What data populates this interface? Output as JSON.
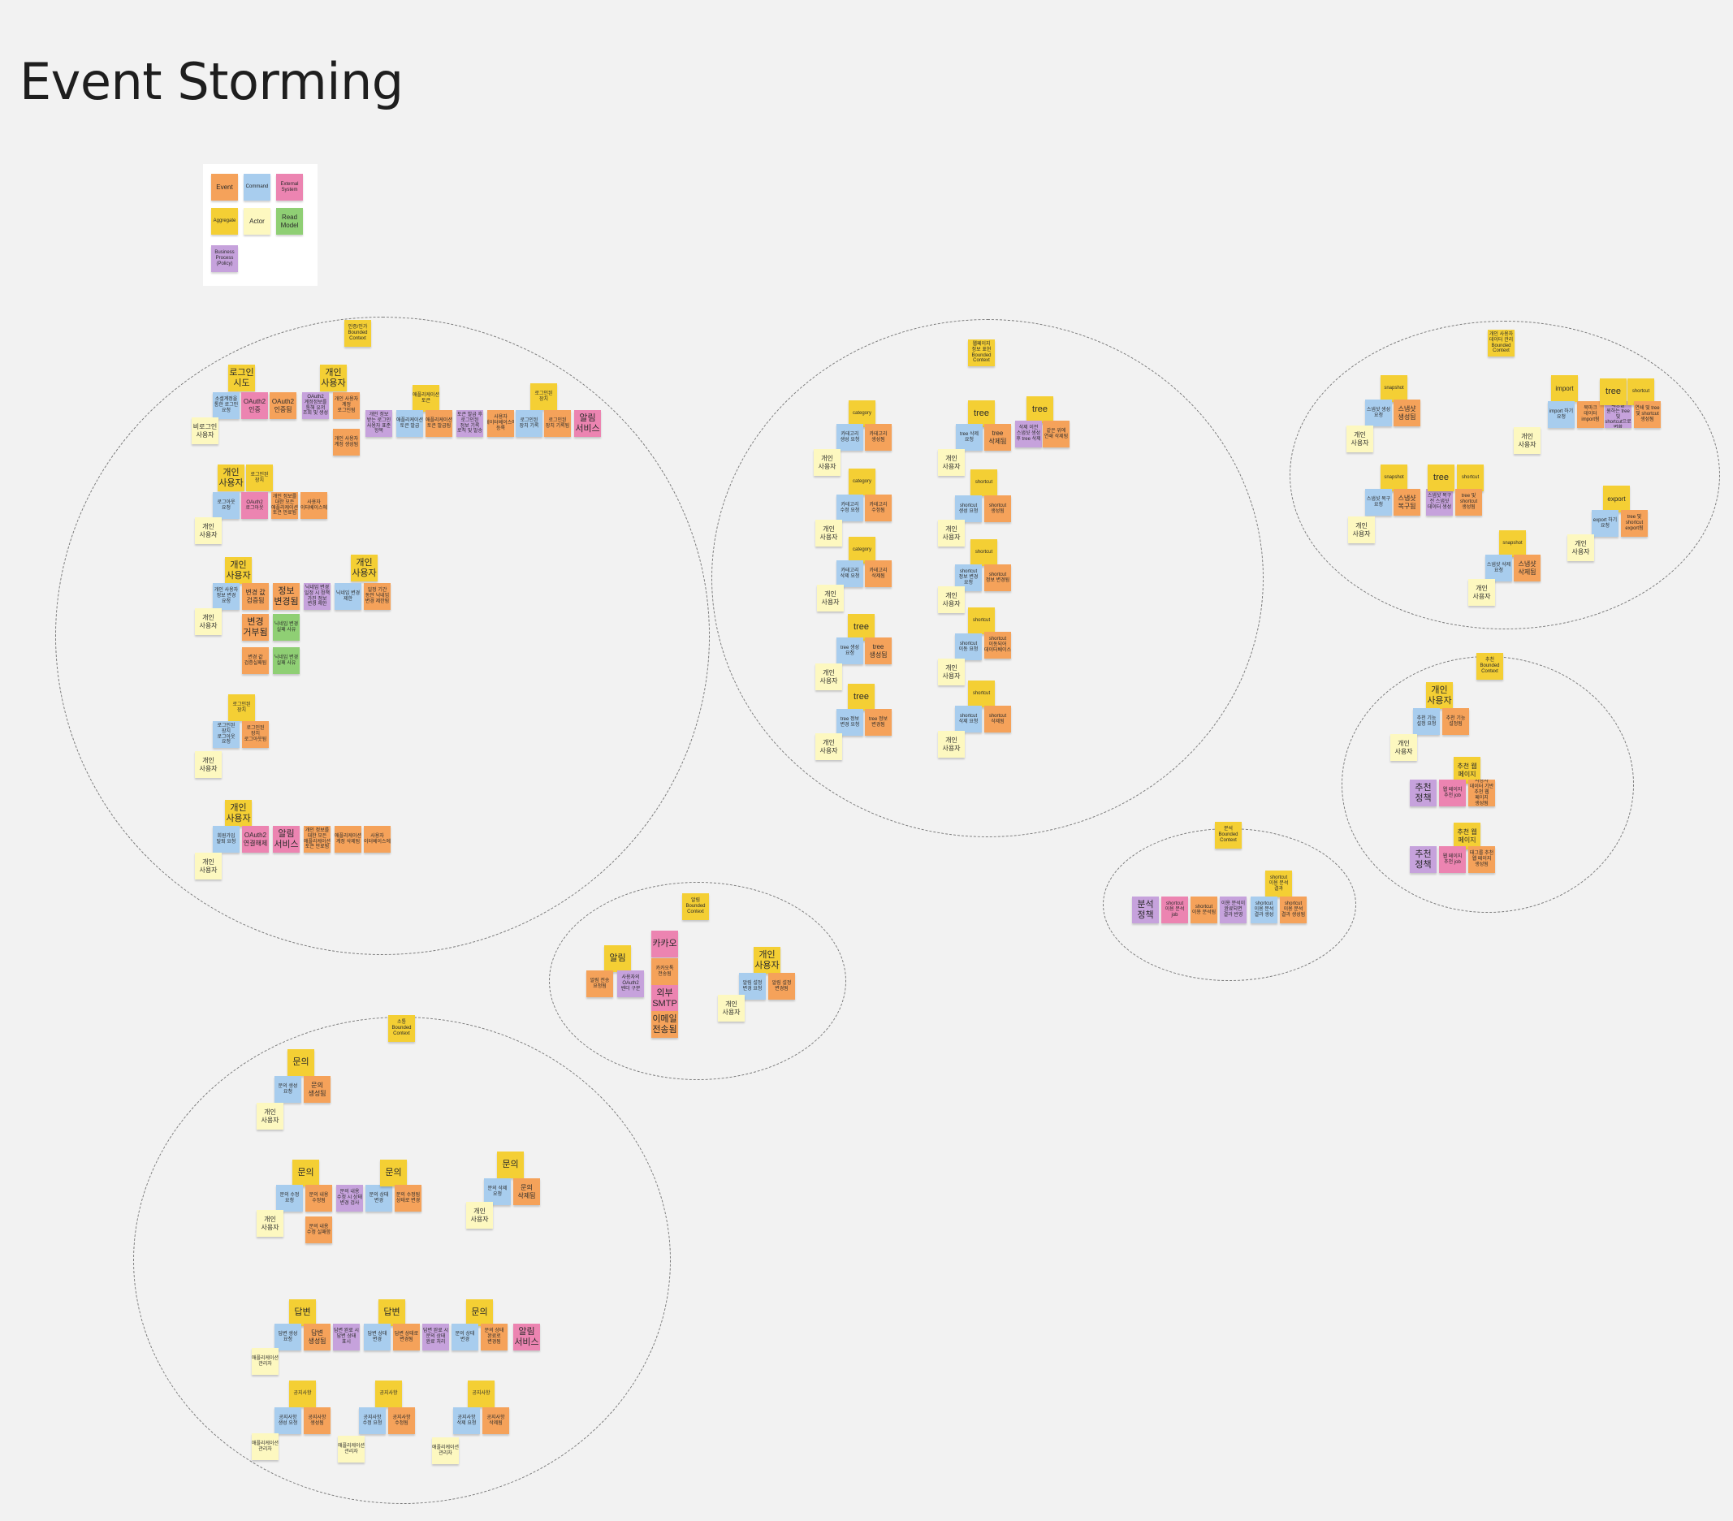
{
  "board": {
    "title": "Event Storming"
  },
  "legend": [
    {
      "type": "event",
      "label": "Event"
    },
    {
      "type": "command",
      "label": "Command"
    },
    {
      "type": "external",
      "label": "External System"
    },
    {
      "type": "aggregate",
      "label": "Aggregate"
    },
    {
      "type": "actor",
      "label": "Actor"
    },
    {
      "type": "readmodel",
      "label": "Read Model"
    },
    {
      "type": "policy",
      "label": "Business Process (Policy)"
    }
  ],
  "colors": {
    "event": "#f5a25a",
    "command": "#a8cdee",
    "external": "#ec84b1",
    "aggregate": "#f4cf34",
    "actor": "#fdf8c0",
    "readmodel": "#8fcf74",
    "policy": "#c6a2dc",
    "background": "#f2f2f2"
  },
  "contexts": [
    {
      "id": "auth",
      "label": "인증/인가 Bounded Context"
    },
    {
      "id": "bookmark",
      "label": "웹페이지 정보 표현 Bounded Context"
    },
    {
      "id": "userdata",
      "label": "개인 사용자 데이터 관리 Bounded Context"
    },
    {
      "id": "recommend",
      "label": "추천 Bounded Context"
    },
    {
      "id": "analysis",
      "label": "분석 Bounded Context"
    },
    {
      "id": "notify",
      "label": "알림 Bounded Context"
    },
    {
      "id": "communication",
      "label": "소통 Bounded Context"
    }
  ],
  "notes": [
    {
      "type": "aggregate",
      "text": "로그인 시도",
      "size": "big"
    },
    {
      "type": "aggregate",
      "text": "개인 사용자",
      "size": "big"
    },
    {
      "type": "command",
      "text": "소셜계정을 통한 로그인 요청"
    },
    {
      "type": "external",
      "text": "OAuth2 인증",
      "size": "mid"
    },
    {
      "type": "event",
      "text": "OAuth2 인증됨",
      "size": "mid"
    },
    {
      "type": "policy",
      "text": "OAuth2 계정정보를 통해 유저 조회 및 생성"
    },
    {
      "type": "event",
      "text": "개인 사용자 계정 로그인됨"
    },
    {
      "type": "actor",
      "text": "비로그인 사용자",
      "size": "mid"
    },
    {
      "type": "event",
      "text": "개인 사용자 계정 생성됨"
    },
    {
      "type": "policy",
      "text": "개인 정보 받는 로그인 사용자 표준 항목"
    },
    {
      "type": "aggregate",
      "text": "애플리케이션 토큰"
    },
    {
      "type": "command",
      "text": "애플리케이션 토큰 발급"
    },
    {
      "type": "event",
      "text": "애플리케이션 토큰 발급됨"
    },
    {
      "type": "policy",
      "text": "토큰 발급 후 로그인된 정보 기록 로직 및 발송"
    },
    {
      "type": "event",
      "text": "사용자 데이터베이스에 등록"
    },
    {
      "type": "aggregate",
      "text": "로그인된 장치"
    },
    {
      "type": "command",
      "text": "로그인된 장치 기록"
    },
    {
      "type": "event",
      "text": "로그인된 장치 기록됨"
    },
    {
      "type": "external",
      "text": "알림 서비스",
      "size": "big"
    },
    {
      "type": "aggregate",
      "text": "개인 사용자",
      "size": "big"
    },
    {
      "type": "aggregate",
      "text": "로그인된 장치"
    },
    {
      "type": "command",
      "text": "로그아웃 요청"
    },
    {
      "type": "external",
      "text": "OAuth2 로그아웃"
    },
    {
      "type": "event",
      "text": "개인 정보를 대한 모든 애플리케이션 토큰 만료됨"
    },
    {
      "type": "event",
      "text": "사용자 데이터베이스에서"
    },
    {
      "type": "actor",
      "text": "개인 사용자",
      "size": "mid"
    },
    {
      "type": "aggregate",
      "text": "개인 사용자",
      "size": "big"
    },
    {
      "type": "command",
      "text": "개인 사용자 정보 변경 요청"
    },
    {
      "type": "event",
      "text": "변경 값 검증됨",
      "size": "mid"
    },
    {
      "type": "event",
      "text": "정보 변경됨",
      "size": "big"
    },
    {
      "type": "policy",
      "text": "닉네임 변경 일정 시 정책 가진 정보 변경 제한"
    },
    {
      "type": "aggregate",
      "text": "개인 사용자",
      "size": "big"
    },
    {
      "type": "command",
      "text": "닉네임 변경 제한"
    },
    {
      "type": "event",
      "text": "일정 기간 동안 닉네임 변경 제한됨"
    },
    {
      "type": "actor",
      "text": "개인 사용자",
      "size": "mid"
    },
    {
      "type": "event",
      "text": "변경 거부됨",
      "size": "big"
    },
    {
      "type": "readmodel",
      "text": "닉네임 변경 실패 사유"
    },
    {
      "type": "event",
      "text": "변경 값 검증실패됨"
    },
    {
      "type": "readmodel",
      "text": "닉네임 변경 실패 사유"
    },
    {
      "type": "aggregate",
      "text": "로그인된 장치"
    },
    {
      "type": "command",
      "text": "로그인된 장치 로그아웃 요청"
    },
    {
      "type": "event",
      "text": "로그인된 장치 로그아웃됨"
    },
    {
      "type": "actor",
      "text": "개인 사용자",
      "size": "mid"
    },
    {
      "type": "aggregate",
      "text": "개인 사용자",
      "size": "big"
    },
    {
      "type": "command",
      "text": "회원가입 탈퇴 요청"
    },
    {
      "type": "external",
      "text": "OAuth2 연결해제",
      "size": "mid"
    },
    {
      "type": "external",
      "text": "알림 서비스",
      "size": "big"
    },
    {
      "type": "event",
      "text": "개인 정보를 대한 모든 애플리케이션 토큰 만료됨"
    },
    {
      "type": "event",
      "text": "애플리케이션 계정 삭제됨"
    },
    {
      "type": "event",
      "text": "사용자 데이터베이스에서"
    },
    {
      "type": "actor",
      "text": "개인 사용자",
      "size": "mid"
    },
    {
      "type": "aggregate",
      "text": "category"
    },
    {
      "type": "command",
      "text": "카테고리 생성 요청"
    },
    {
      "type": "event",
      "text": "카테고리 생성됨"
    },
    {
      "type": "actor",
      "text": "개인 사용자",
      "size": "mid"
    },
    {
      "type": "aggregate",
      "text": "category"
    },
    {
      "type": "command",
      "text": "카테고리 수정 요청"
    },
    {
      "type": "event",
      "text": "카테고리 수정됨"
    },
    {
      "type": "actor",
      "text": "개인 사용자",
      "size": "mid"
    },
    {
      "type": "aggregate",
      "text": "category"
    },
    {
      "type": "command",
      "text": "카테고리 삭제 요청"
    },
    {
      "type": "event",
      "text": "카테고리 삭제됨"
    },
    {
      "type": "actor",
      "text": "개인 사용자",
      "size": "mid"
    },
    {
      "type": "aggregate",
      "text": "tree",
      "size": "big"
    },
    {
      "type": "command",
      "text": "tree 생성 요청"
    },
    {
      "type": "event",
      "text": "tree 생성됨",
      "size": "mid"
    },
    {
      "type": "actor",
      "text": "개인 사용자",
      "size": "mid"
    },
    {
      "type": "aggregate",
      "text": "tree",
      "size": "big"
    },
    {
      "type": "command",
      "text": "tree 정보 변경 요청"
    },
    {
      "type": "event",
      "text": "tree 정보 변경됨"
    },
    {
      "type": "actor",
      "text": "개인 사용자",
      "size": "mid"
    },
    {
      "type": "aggregate",
      "text": "tree",
      "size": "big"
    },
    {
      "type": "aggregate",
      "text": "tree",
      "size": "big"
    },
    {
      "type": "command",
      "text": "tree 삭제 요청"
    },
    {
      "type": "event",
      "text": "tree 삭제됨",
      "size": "mid"
    },
    {
      "type": "policy",
      "text": "삭제 이전 스냅샷 생성 후 tree 삭제"
    },
    {
      "type": "event",
      "text": "같은 위에 연쇄 삭제됨"
    },
    {
      "type": "actor",
      "text": "개인 사용자",
      "size": "mid"
    },
    {
      "type": "aggregate",
      "text": "shortcut"
    },
    {
      "type": "command",
      "text": "shortcut 생성 요청"
    },
    {
      "type": "event",
      "text": "shortcut 생성됨"
    },
    {
      "type": "actor",
      "text": "개인 사용자",
      "size": "mid"
    },
    {
      "type": "aggregate",
      "text": "shortcut"
    },
    {
      "type": "command",
      "text": "shortcut 정보 변경 요청"
    },
    {
      "type": "event",
      "text": "shortcut 정보 변경됨"
    },
    {
      "type": "actor",
      "text": "개인 사용자",
      "size": "mid"
    },
    {
      "type": "aggregate",
      "text": "shortcut"
    },
    {
      "type": "command",
      "text": "shortcut 이동 요청"
    },
    {
      "type": "event",
      "text": "shortcut 이동되어 데이터베이스"
    },
    {
      "type": "actor",
      "text": "개인 사용자",
      "size": "mid"
    },
    {
      "type": "aggregate",
      "text": "shortcut"
    },
    {
      "type": "command",
      "text": "shortcut 삭제 요청"
    },
    {
      "type": "event",
      "text": "shortcut 삭제됨"
    },
    {
      "type": "actor",
      "text": "개인 사용자",
      "size": "mid"
    },
    {
      "type": "aggregate",
      "text": "snapshot"
    },
    {
      "type": "command",
      "text": "스냅샷 생성 요청"
    },
    {
      "type": "event",
      "text": "스냅샷 생성됨",
      "size": "mid"
    },
    {
      "type": "actor",
      "text": "개인 사용자",
      "size": "mid"
    },
    {
      "type": "aggregate",
      "text": "import",
      "size": "mid"
    },
    {
      "type": "command",
      "text": "import 하기 요청"
    },
    {
      "type": "event",
      "text": "북마크 데이터 import됨"
    },
    {
      "type": "policy",
      "text": "북마크 내용을 원하는 tree 및 shortcut으로 변환"
    },
    {
      "type": "aggregate",
      "text": "tree",
      "size": "big"
    },
    {
      "type": "aggregate",
      "text": "shortcut"
    },
    {
      "type": "event",
      "text": "연쇄 및 tree 및 shortcut 생성됨"
    },
    {
      "type": "actor",
      "text": "개인 사용자",
      "size": "mid"
    },
    {
      "type": "aggregate",
      "text": "snapshot"
    },
    {
      "type": "command",
      "text": "스냅샷 복구 요청"
    },
    {
      "type": "event",
      "text": "스냅샷 복구됨",
      "size": "mid"
    },
    {
      "type": "policy",
      "text": "스냅샷 복구 전 스냅샷 데이터 생성"
    },
    {
      "type": "aggregate",
      "text": "tree",
      "size": "big"
    },
    {
      "type": "aggregate",
      "text": "shortcut"
    },
    {
      "type": "event",
      "text": "tree 및 shortcut 생성됨"
    },
    {
      "type": "actor",
      "text": "개인 사용자",
      "size": "mid"
    },
    {
      "type": "aggregate",
      "text": "export",
      "size": "mid"
    },
    {
      "type": "command",
      "text": "export 하기 요청"
    },
    {
      "type": "event",
      "text": "tree 및 shortcut export됨"
    },
    {
      "type": "actor",
      "text": "개인 사용자",
      "size": "mid"
    },
    {
      "type": "aggregate",
      "text": "snapshot"
    },
    {
      "type": "command",
      "text": "스냅샷 삭제 요청"
    },
    {
      "type": "event",
      "text": "스냅샷 삭제됨",
      "size": "mid"
    },
    {
      "type": "actor",
      "text": "개인 사용자",
      "size": "mid"
    },
    {
      "type": "aggregate",
      "text": "개인 사용자",
      "size": "big"
    },
    {
      "type": "command",
      "text": "추천 기능 설정 요청"
    },
    {
      "type": "event",
      "text": "추천 기능 설정됨"
    },
    {
      "type": "actor",
      "text": "개인 사용자",
      "size": "mid"
    },
    {
      "type": "aggregate",
      "text": "추천 웹 페이지",
      "size": "mid"
    },
    {
      "type": "policy",
      "text": "추천 정책",
      "size": "big"
    },
    {
      "type": "external",
      "text": "웹 페이지 추천 job"
    },
    {
      "type": "event",
      "text": "사용자 데이터 기반 추천 웹 페이지 생성됨"
    },
    {
      "type": "aggregate",
      "text": "추천 웹 페이지",
      "size": "mid"
    },
    {
      "type": "policy",
      "text": "추천 정책",
      "size": "big"
    },
    {
      "type": "external",
      "text": "웹 페이지 추천 job"
    },
    {
      "type": "event",
      "text": "태그를 추천 웹 페이지 생성됨"
    },
    {
      "type": "aggregate",
      "text": "shortcut 이용 분석 결과"
    },
    {
      "type": "policy",
      "text": "분석 정책",
      "size": "big"
    },
    {
      "type": "external",
      "text": "shortcut 이용 분석 job"
    },
    {
      "type": "event",
      "text": "shortcut 이용 분석됨"
    },
    {
      "type": "policy",
      "text": "이용 분석이 완료되면 결과 반영"
    },
    {
      "type": "command",
      "text": "shortcut 이용 분석 결과 생성"
    },
    {
      "type": "event",
      "text": "shortcut 이용 분석 결과 생성됨"
    },
    {
      "type": "aggregate",
      "text": "알림",
      "size": "big"
    },
    {
      "type": "event",
      "text": "알림 전송 요청됨"
    },
    {
      "type": "policy",
      "text": "사용자의 OAuth2 벤더 구분"
    },
    {
      "type": "external",
      "text": "카카오",
      "size": "big"
    },
    {
      "type": "event",
      "text": "카카오톡 전송됨"
    },
    {
      "type": "external",
      "text": "외부 SMTP",
      "size": "big"
    },
    {
      "type": "event",
      "text": "이메일 전송됨",
      "size": "big"
    },
    {
      "type": "aggregate",
      "text": "개인 사용자",
      "size": "big"
    },
    {
      "type": "command",
      "text": "알림 설정 변경 요청"
    },
    {
      "type": "event",
      "text": "알림 설정 변경됨"
    },
    {
      "type": "actor",
      "text": "개인 사용자",
      "size": "mid"
    },
    {
      "type": "aggregate",
      "text": "문의",
      "size": "big"
    },
    {
      "type": "command",
      "text": "문의 생성 요청"
    },
    {
      "type": "event",
      "text": "문의 생성됨",
      "size": "mid"
    },
    {
      "type": "actor",
      "text": "개인 사용자",
      "size": "mid"
    },
    {
      "type": "aggregate",
      "text": "문의",
      "size": "big"
    },
    {
      "type": "command",
      "text": "문의 수정 요청"
    },
    {
      "type": "event",
      "text": "문의 내용 수정됨"
    },
    {
      "type": "policy",
      "text": "문의 내용 수정 시 상태 변경 검사"
    },
    {
      "type": "command",
      "text": "문의 상태 변경"
    },
    {
      "type": "aggregate",
      "text": "문의",
      "size": "big"
    },
    {
      "type": "event",
      "text": "문의 수정됨 상태로 변경"
    },
    {
      "type": "event",
      "text": "문의 내용 수정 실패함"
    },
    {
      "type": "actor",
      "text": "개인 사용자",
      "size": "mid"
    },
    {
      "type": "aggregate",
      "text": "문의",
      "size": "big"
    },
    {
      "type": "command",
      "text": "문의 삭제 요청"
    },
    {
      "type": "event",
      "text": "문의 삭제됨",
      "size": "mid"
    },
    {
      "type": "actor",
      "text": "개인 사용자",
      "size": "mid"
    },
    {
      "type": "aggregate",
      "text": "답변",
      "size": "big"
    },
    {
      "type": "command",
      "text": "답변 생성 요청"
    },
    {
      "type": "event",
      "text": "답변 생성됨",
      "size": "mid"
    },
    {
      "type": "policy",
      "text": "답변 완료 시 답변 상태 표시"
    },
    {
      "type": "aggregate",
      "text": "답변",
      "size": "big"
    },
    {
      "type": "command",
      "text": "답변 상태 변경"
    },
    {
      "type": "event",
      "text": "답변 상태로 변경됨"
    },
    {
      "type": "policy",
      "text": "답변 완료 시 문의 상태 완료 처리"
    },
    {
      "type": "aggregate",
      "text": "문의",
      "size": "big"
    },
    {
      "type": "command",
      "text": "문의 상태 변경"
    },
    {
      "type": "event",
      "text": "문의 상태 완료로 변경됨"
    },
    {
      "type": "external",
      "text": "알림 서비스",
      "size": "big"
    },
    {
      "type": "actor",
      "text": "애플리케이션 관리자"
    },
    {
      "type": "aggregate",
      "text": "공지사항"
    },
    {
      "type": "command",
      "text": "공지사항 생성 요청"
    },
    {
      "type": "event",
      "text": "공지사항 생성됨"
    },
    {
      "type": "actor",
      "text": "애플리케이션 관리자"
    },
    {
      "type": "aggregate",
      "text": "공지사항"
    },
    {
      "type": "command",
      "text": "공지사항 수정 요청"
    },
    {
      "type": "event",
      "text": "공지사항 수정됨"
    },
    {
      "type": "actor",
      "text": "애플리케이션 관리자"
    },
    {
      "type": "aggregate",
      "text": "공지사항"
    },
    {
      "type": "command",
      "text": "공지사항 삭제 요청"
    },
    {
      "type": "event",
      "text": "공지사항 삭제됨"
    },
    {
      "type": "actor",
      "text": "애플리케이션 관리자"
    }
  ]
}
